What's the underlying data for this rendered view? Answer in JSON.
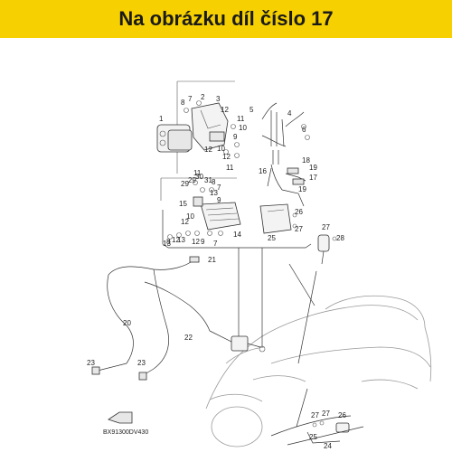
{
  "banner": {
    "title": "Na obrázku díl číslo 17",
    "color": "#f6d000"
  },
  "diagram_code": "BX91300DV430",
  "callouts": [
    {
      "id": "c1a",
      "text": "1"
    },
    {
      "id": "c2",
      "text": "2"
    },
    {
      "id": "c3",
      "text": "3"
    },
    {
      "id": "c4",
      "text": "4"
    },
    {
      "id": "c5",
      "text": "5"
    },
    {
      "id": "c6",
      "text": "6"
    },
    {
      "id": "c7a",
      "text": "7"
    },
    {
      "id": "c8a",
      "text": "8"
    },
    {
      "id": "c9a",
      "text": "9"
    },
    {
      "id": "c10a",
      "text": "10"
    },
    {
      "id": "c11a",
      "text": "11"
    },
    {
      "id": "c12a",
      "text": "12"
    },
    {
      "id": "c12b",
      "text": "12"
    },
    {
      "id": "c12c",
      "text": "12"
    },
    {
      "id": "c13a",
      "text": "13"
    },
    {
      "id": "c14",
      "text": "14"
    },
    {
      "id": "c15",
      "text": "15"
    },
    {
      "id": "c16",
      "text": "16"
    },
    {
      "id": "c17",
      "text": "17"
    },
    {
      "id": "c18",
      "text": "18"
    },
    {
      "id": "c19a",
      "text": "19"
    },
    {
      "id": "c19b",
      "text": "19"
    },
    {
      "id": "c20",
      "text": "20"
    },
    {
      "id": "c21",
      "text": "21"
    },
    {
      "id": "c22",
      "text": "22"
    },
    {
      "id": "c23a",
      "text": "23"
    },
    {
      "id": "c23b",
      "text": "23"
    },
    {
      "id": "c24",
      "text": "24"
    },
    {
      "id": "c25",
      "text": "25"
    },
    {
      "id": "c26",
      "text": "26"
    },
    {
      "id": "c27a",
      "text": "27"
    },
    {
      "id": "c27b",
      "text": "27"
    },
    {
      "id": "c28",
      "text": "28"
    },
    {
      "id": "c29a",
      "text": "29"
    },
    {
      "id": "c29b",
      "text": "29"
    },
    {
      "id": "c30",
      "text": "30"
    },
    {
      "id": "c31",
      "text": "31"
    },
    {
      "id": "c7b",
      "text": "7"
    },
    {
      "id": "c8b",
      "text": "8"
    },
    {
      "id": "c9b",
      "text": "9"
    },
    {
      "id": "c10b",
      "text": "10"
    },
    {
      "id": "c11b",
      "text": "11"
    },
    {
      "id": "c12d",
      "text": "12"
    },
    {
      "id": "c13b",
      "text": "13"
    },
    {
      "id": "c9c",
      "text": "9"
    },
    {
      "id": "c12e",
      "text": "12"
    },
    {
      "id": "c10c",
      "text": "10"
    },
    {
      "id": "c11c",
      "text": "11"
    },
    {
      "id": "c7c",
      "text": "7"
    },
    {
      "id": "c8c",
      "text": "8"
    },
    {
      "id": "c13c",
      "text": "13"
    },
    {
      "id": "c12f",
      "text": "12"
    },
    {
      "id": "c15b",
      "text": "15"
    },
    {
      "id": "c11d",
      "text": "11"
    },
    {
      "id": "c10d",
      "text": "10"
    },
    {
      "id": "c9d",
      "text": "9"
    }
  ]
}
